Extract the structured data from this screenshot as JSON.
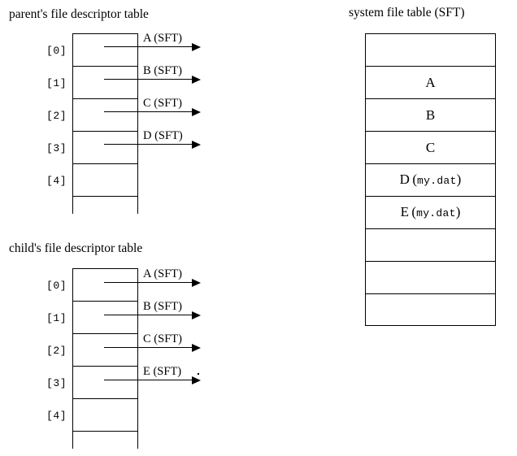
{
  "diagram": {
    "kind": "file-descriptor-table-diagram",
    "background_color": "#ffffff",
    "line_color": "#000000"
  },
  "parent_table": {
    "title": "parent's file descriptor table",
    "index_labels": [
      "[0]",
      "[1]",
      "[2]",
      "[3]",
      "[4]"
    ],
    "pointers": [
      {
        "index": "[0]",
        "label": "A (SFT)"
      },
      {
        "index": "[1]",
        "label": "B (SFT)"
      },
      {
        "index": "[2]",
        "label": "C (SFT)"
      },
      {
        "index": "[3]",
        "label": "D (SFT)"
      },
      {
        "index": "[4]",
        "label": ""
      }
    ]
  },
  "child_table": {
    "title": "child's file descriptor table",
    "index_labels": [
      "[0]",
      "[1]",
      "[2]",
      "[3]",
      "[4]"
    ],
    "pointers": [
      {
        "index": "[0]",
        "label": "A (SFT)"
      },
      {
        "index": "[1]",
        "label": "B (SFT)"
      },
      {
        "index": "[2]",
        "label": "C (SFT)"
      },
      {
        "index": "[3]",
        "label": "E (SFT)"
      },
      {
        "index": "[4]",
        "label": ""
      }
    ]
  },
  "system_file_table": {
    "title": "system file table (SFT)",
    "rows": [
      {
        "entry": "",
        "file": ""
      },
      {
        "entry": "A",
        "file": ""
      },
      {
        "entry": "B",
        "file": ""
      },
      {
        "entry": "C",
        "file": ""
      },
      {
        "entry": "D",
        "file": "my.dat"
      },
      {
        "entry": "E",
        "file": "my.dat"
      },
      {
        "entry": "",
        "file": ""
      },
      {
        "entry": "",
        "file": ""
      },
      {
        "entry": "",
        "file": ""
      }
    ]
  }
}
